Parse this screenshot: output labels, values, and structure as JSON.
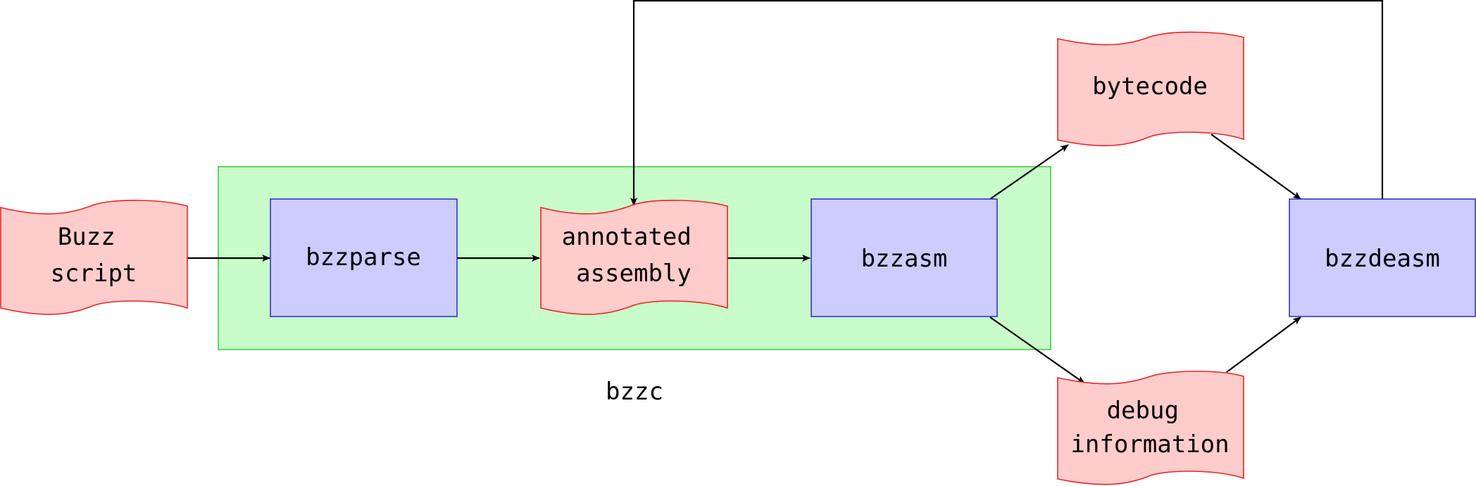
{
  "diagram": {
    "group": {
      "label": "bzzc",
      "fill": "#c8fcc8",
      "stroke": "#44cc44"
    },
    "styles": {
      "process": {
        "fill": "#ccccff",
        "stroke": "#3333cc"
      },
      "document": {
        "fill": "#ffcccc",
        "stroke": "#ee2222"
      }
    },
    "nodes": {
      "buzz_script": {
        "kind": "document",
        "lines": [
          "Buzz",
          "script"
        ]
      },
      "bzzparse": {
        "kind": "process",
        "lines": [
          "bzzparse"
        ]
      },
      "annotated_assembly": {
        "kind": "document",
        "lines": [
          "annotated",
          "assembly"
        ]
      },
      "bzzasm": {
        "kind": "process",
        "lines": [
          "bzzasm"
        ]
      },
      "bytecode": {
        "kind": "document",
        "lines": [
          "bytecode"
        ]
      },
      "debug_information": {
        "kind": "document",
        "lines": [
          "debug",
          "information"
        ]
      },
      "bzzdeasm": {
        "kind": "process",
        "lines": [
          "bzzdeasm"
        ]
      }
    },
    "edges": [
      {
        "from": "buzz_script",
        "to": "bzzparse"
      },
      {
        "from": "bzzparse",
        "to": "annotated_assembly"
      },
      {
        "from": "annotated_assembly",
        "to": "bzzasm"
      },
      {
        "from": "bzzasm",
        "to": "bytecode"
      },
      {
        "from": "bzzasm",
        "to": "debug_information"
      },
      {
        "from": "bytecode",
        "to": "bzzdeasm"
      },
      {
        "from": "debug_information",
        "to": "bzzdeasm"
      },
      {
        "from": "bzzdeasm",
        "to": "annotated_assembly"
      }
    ]
  }
}
